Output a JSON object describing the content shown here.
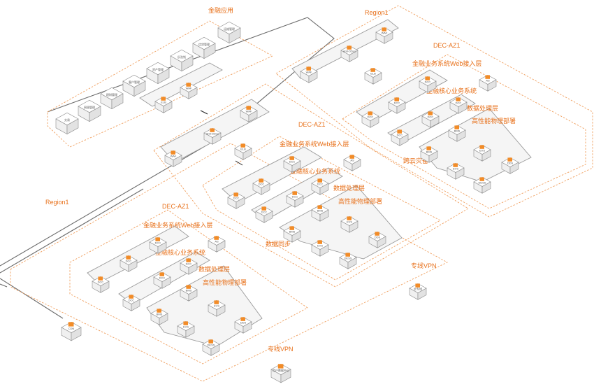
{
  "labels": {
    "fin_apps": "金融应用",
    "region_top": "Region1",
    "region_left": "Region1",
    "dec_top": "DEC-AZ1",
    "dec_mid": "DEC-AZ1",
    "dec_left": "DEC-AZ1",
    "web_top": "金融业务系统Web接入层",
    "web_mid": "金融业务系统Web接入层",
    "web_left": "金融业务系统Web接入层",
    "core_top": "金融核心业务系统",
    "core_mid": "金融核心业务系统",
    "core_left": "金融核心业务系统",
    "data_top": "数据处理层",
    "data_mid": "数据处理层",
    "data_left": "数据处理层",
    "hpc_top": "高性能物理部署",
    "hpc_mid": "高性能物理部署",
    "hpc_left": "高性能物理部署",
    "dr": "跨云灾备",
    "sync": "数据同步",
    "vpn_right": "专线VPN",
    "vpn_bottom": "专线VPN"
  },
  "apps": [
    "交易",
    "网银管理",
    "理财管理",
    "客户管理",
    "资产管理",
    "反洗钱",
    "信贷管理",
    "运维管理"
  ],
  "nodes": {
    "cdn1": "CDN",
    "cdn2": "CDN",
    "waf": "WAF",
    "antiddos": "Anti-DDos",
    "elb": "ELB",
    "dcc": "DCC",
    "as": "AS",
    "bms": "BMS",
    "evs": "EVS",
    "dess": "DESS",
    "obs": "OBS",
    "dcs": "DCS",
    "dds": "DDS",
    "idc": "用户IDC",
    "cloud_vpn": "云专线",
    "user_dc": "用户数据中心"
  }
}
